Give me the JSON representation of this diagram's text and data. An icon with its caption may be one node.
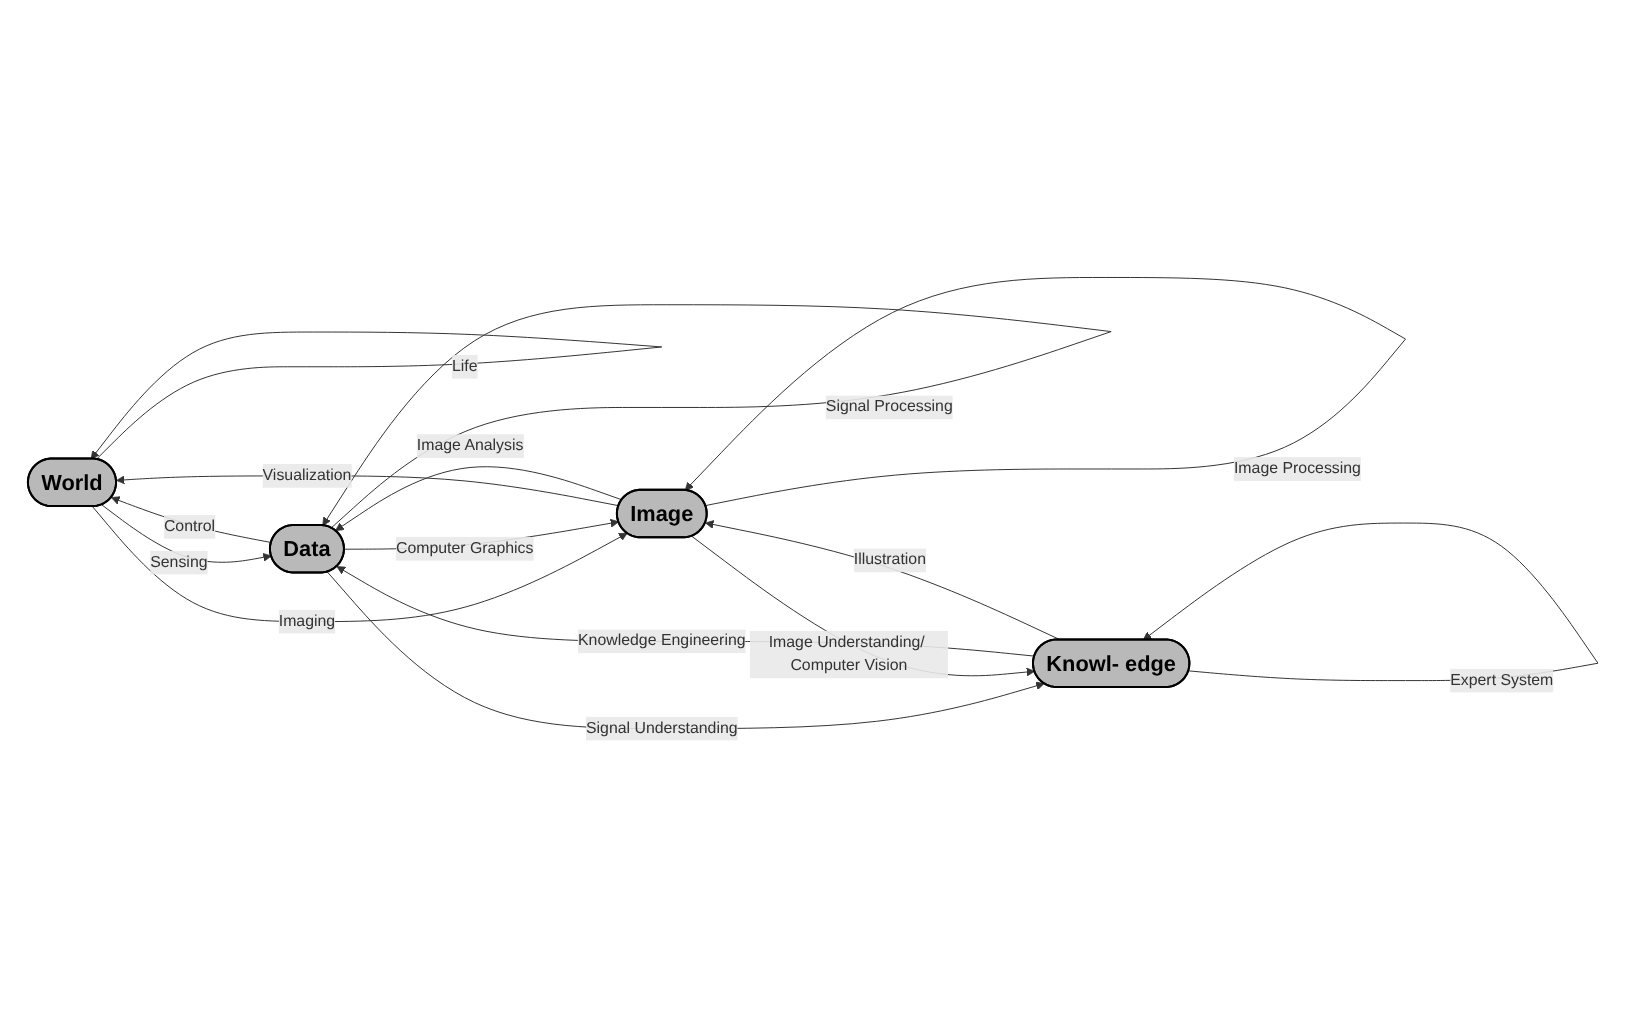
{
  "diagram": {
    "nodes": [
      {
        "text": [
          "World"
        ]
      },
      {
        "text": [
          "Data"
        ]
      },
      {
        "text": [
          "Image"
        ]
      },
      {
        "text": [
          "Knowl- edge"
        ]
      }
    ],
    "edges": [
      {
        "from": 0,
        "to": 0,
        "arrow": "to",
        "label": "Life"
      },
      {
        "from": 0,
        "to": 1,
        "arrow": "to",
        "label": "Sensing"
      },
      {
        "from": 1,
        "to": 0,
        "arrow": "to",
        "label": "Control"
      },
      {
        "from": 0,
        "to": 2,
        "arrow": "to",
        "label": "Imaging"
      },
      {
        "from": 2,
        "to": 0,
        "arrow": "to",
        "label": "Visualization"
      },
      {
        "from": 1,
        "to": 1,
        "arrow": "to",
        "label": "Signal Processing"
      },
      {
        "from": 1,
        "to": 2,
        "arrow": "to",
        "label": "Computer Graphics"
      },
      {
        "from": 2,
        "to": 1,
        "arrow": "to",
        "label": "Image Analysis"
      },
      {
        "from": 2,
        "to": 2,
        "arrow": "to",
        "label": "Image Processing"
      },
      {
        "from": 3,
        "to": 1,
        "arrow": "to",
        "label": "Knowledge Engineering"
      },
      {
        "from": 1,
        "to": 3,
        "arrow": "to",
        "label": "Signal Understanding"
      },
      {
        "from": 3,
        "to": 2,
        "arrow": "to",
        "label": "Illustration"
      },
      {
        "from": 2,
        "to": 3,
        "arrow": "to",
        "label": "Image Understanding/ Computer Vision"
      },
      {
        "from": 3,
        "to": 3,
        "arrow": "to",
        "label": "Expert System"
      }
    ]
  }
}
